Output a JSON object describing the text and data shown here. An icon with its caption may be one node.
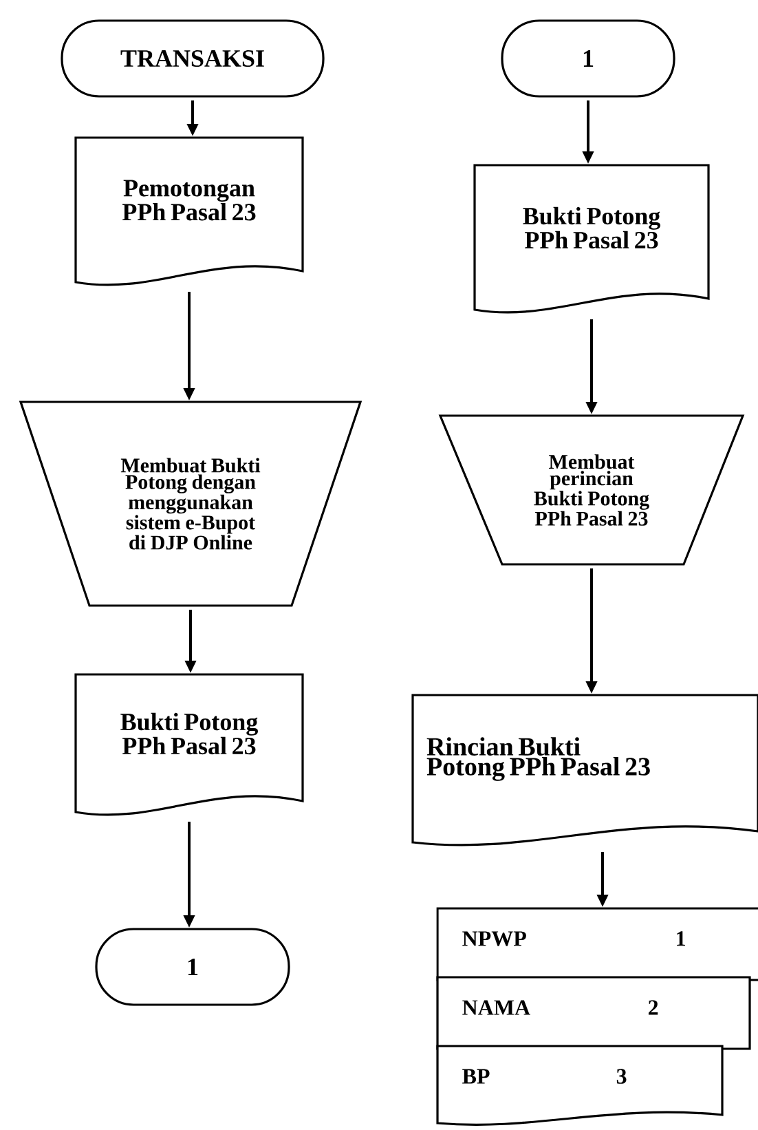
{
  "diagram": {
    "nodes": [
      {
        "text": [
          "TRANSAKSI"
        ]
      },
      {
        "text": [
          "Pemotongan PPh Pasal 23"
        ]
      },
      {
        "text": [
          "Membuat Bukti Potong dengan menggunakan sistem e-Bupot di DJP Online"
        ]
      },
      {
        "text": [
          "Bukti Potong PPh Pasal 23"
        ]
      },
      {
        "text": [
          "1"
        ]
      },
      {
        "text": [
          "1"
        ]
      },
      {
        "text": [
          "Bukti Potong PPh Pasal 23"
        ]
      },
      {
        "text": [
          "Membuat perincian Bukti Potong PPh Pasal 23"
        ]
      },
      {
        "text": [
          "Rincian Bukti Potong PPh Pasal 23"
        ]
      },
      {
        "text": [
          "NPWP",
          "1"
        ]
      },
      {
        "text": [
          "NAMA",
          "2"
        ]
      },
      {
        "text": [
          "BP",
          "3"
        ]
      }
    ],
    "edges": [
      {
        "from": 0,
        "to": 1,
        "arrow": "to"
      },
      {
        "from": 1,
        "to": 2,
        "arrow": "to"
      },
      {
        "from": 2,
        "to": 3,
        "arrow": "to"
      },
      {
        "from": 3,
        "to": 4,
        "arrow": "to"
      },
      {
        "from": 5,
        "to": 6,
        "arrow": "to"
      },
      {
        "from": 6,
        "to": 7,
        "arrow": "to"
      },
      {
        "from": 7,
        "to": 8,
        "arrow": "to"
      },
      {
        "from": 8,
        "to": 9,
        "arrow": "to"
      }
    ]
  }
}
